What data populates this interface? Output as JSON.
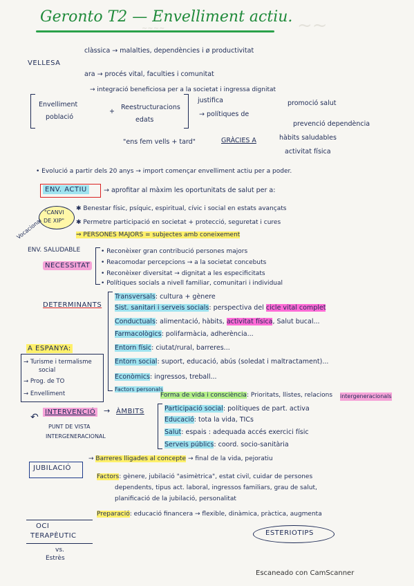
{
  "header": {
    "title": "Geronto T2 — Envelliment actiu."
  },
  "vellesa": {
    "label": "VELLESA",
    "line1": "clàssica → malalties, dependències i ø productivitat",
    "line2": "ara → procés vital, faculties i comunitat",
    "line3": "→ integració beneficiosa per a la societat i ingressa dignitat"
  },
  "envelliment": {
    "left1": "Envelliment",
    "left2": "població",
    "plus": "+",
    "mid1": "Reestructuracions",
    "mid2": "edats",
    "justifica": "justifica",
    "politiques": "→ polítiques de",
    "promocio": "promoció salut",
    "prevencio": "prevenció dependència",
    "quote": "\"ens fem vells + tard\"",
    "gracies": "GRÀCIES A",
    "habits1": "hàbits saludables",
    "habits2": "activitat física"
  },
  "evolucio": "• Evolució a partir dels 20 anys → import començar envelliment actiu per a poder.",
  "envactiu": {
    "label": "ENV. ACTIU",
    "def": "→ aprofitar al màxim les oportunitats de salut per a:",
    "b1": "✱ Benestar físic, psíquic, espiritual, cívic i social en estats avançats",
    "b2": "✱ Permetre participació en societat + protecció, seguretat i cures",
    "b3": "⇒ PERSONES MAJORS = subjectes amb coneixement",
    "canvi1": "\"CANVI",
    "canvi2": "DE XIP\"",
    "side": "Vocacional"
  },
  "envsaludable": {
    "label": "ENV. SALUDABLE",
    "necessitat": "NECESSITAT",
    "n1": "• Reconèixer gran contribució persones majors",
    "n2": "• Reacomodar percepcions → a la societat concebuts",
    "n3": "• Reconèixer diversitat → dignitat a les especificitats",
    "n4": "• Polítiques socials a nivell familiar, comunitari i individual"
  },
  "determinants": {
    "label": "DETERMINANTS",
    "d1a": "Transversals",
    "d1b": ": cultura + gènere",
    "d2a": "Sist. sanitari i serveis socials",
    "d2b": ": perspectiva del",
    "d2c": "cicle vital complet",
    "d3a": "Conductuals",
    "d3b": ": alimentació, hàbits,",
    "d3c": "activitat física",
    "d3d": ", Salut bucal...",
    "d4a": "Farmacològics",
    "d4b": ": polifarmàcia, adherència...",
    "d5a": "Entorn físic",
    "d5b": ": ciutat/rural, barreres...",
    "d6a": "Entorn social",
    "d6b": ": suport, educació, abús (soledat i maltractament)...",
    "d7a": "Econòmics",
    "d7b": ": ingressos, treball...",
    "d8a": "Factors personals",
    "d8b": "Forma de vida i consciència",
    "d8c": ": Prioritats, llistes, relacions",
    "d8d": "intergeneracionals"
  },
  "espanya": {
    "label": "A ESPANYA:",
    "e1": "→ Turisme i termalisme",
    "e1b": "social",
    "e2": "→ Prog. de TO",
    "e3": "→ Envelliment"
  },
  "intervencio": {
    "label": "INTERVENCIÓ",
    "ambits": "ÀMBITS",
    "punt1": "PUNT DE VISTA",
    "punt2": "INTERGENERACIONAL",
    "a1a": "Participació social",
    "a1b": ": polítiques de part. activa",
    "a2a": "Educació",
    "a2b": ": tota la vida, TICs",
    "a3a": "Salut",
    "a3b": ": espais : adequada accés exercici físic",
    "a4a": "Serveis públics",
    "a4b": ": coord. socio-sanitària"
  },
  "jubilacio": {
    "label": "JUBILACIÓ",
    "j1a": "Barreres lligades al concepte",
    "j1b": "→ final de la vida, pejoratiu",
    "j2a": "Factors",
    "j2b": ": gènere, jubilació \"asimètrica\", estat civil, cuidar de persones",
    "j2c": "dependents, tipus act. laboral, ingressos familiars, grau de salut,",
    "j2d": "planificació de la jubilació, personalitat",
    "j3a": "Preparació",
    "j3b": ": educació financera → flexible, dinàmica, pràctica, augmenta"
  },
  "oci": {
    "l1": "OCI",
    "l2": "TERAPÈUTIC",
    "l3": "vs.",
    "l4": "Estrès"
  },
  "esteriotips": "ESTERIOTIPS",
  "footer": "Escaneado con CamScanner",
  "colors": {
    "title_green": "#1f8a3a",
    "ink_blue": "#1d2a55",
    "box_red": "#d92020",
    "highlight_yellow": "#fff06a",
    "highlight_pink": "#f6a3d8",
    "highlight_cyan": "#9fe3ef",
    "highlight_green": "#b6f08a",
    "highlight_magenta": "#ff6bd6"
  }
}
